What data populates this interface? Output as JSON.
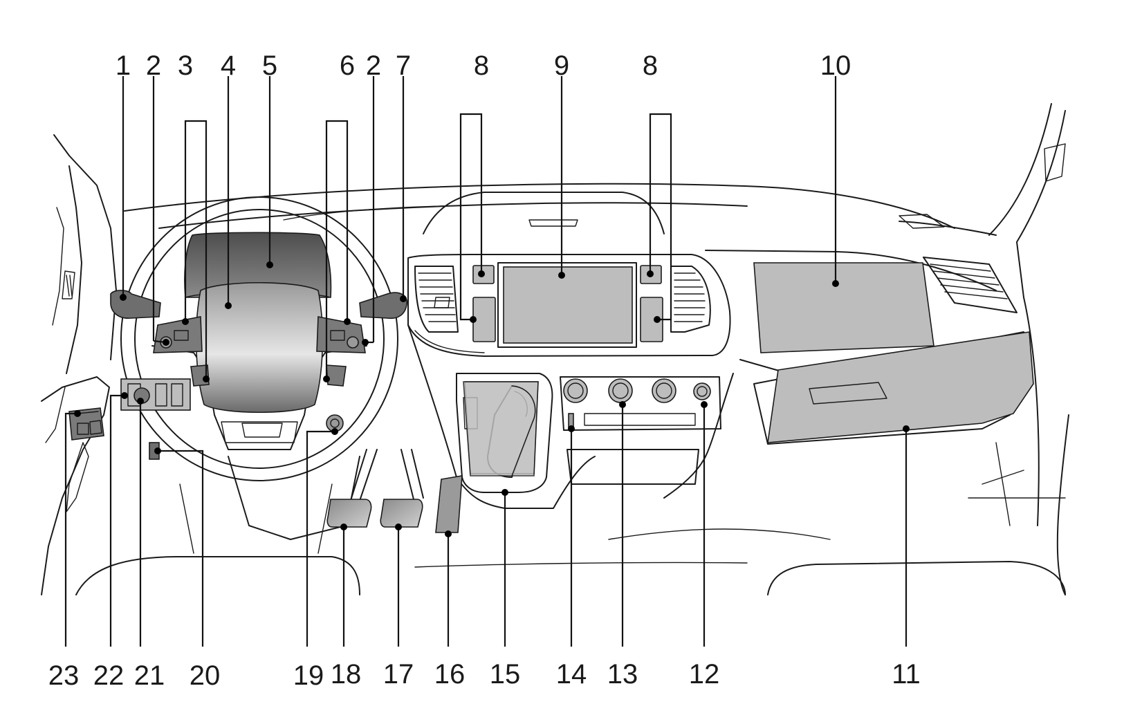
{
  "colors": {
    "line": "#1a1a1a",
    "part_fill": "#b8b8b8",
    "part_dark": "#6e6e6e",
    "cluster_dark": "#5a5a5a",
    "background": "#ffffff"
  },
  "callouts": {
    "c1": "1",
    "c2a": "2",
    "c3": "3",
    "c4": "4",
    "c5": "5",
    "c6": "6",
    "c2b": "2",
    "c7": "7",
    "c8a": "8",
    "c9": "9",
    "c8b": "8",
    "c10": "10",
    "c11": "11",
    "c12": "12",
    "c13": "13",
    "c14": "14",
    "c15": "15",
    "c16": "16",
    "c17": "17",
    "c18": "18",
    "c19": "19",
    "c20": "20",
    "c21": "21",
    "c22": "22",
    "c23": "23"
  }
}
